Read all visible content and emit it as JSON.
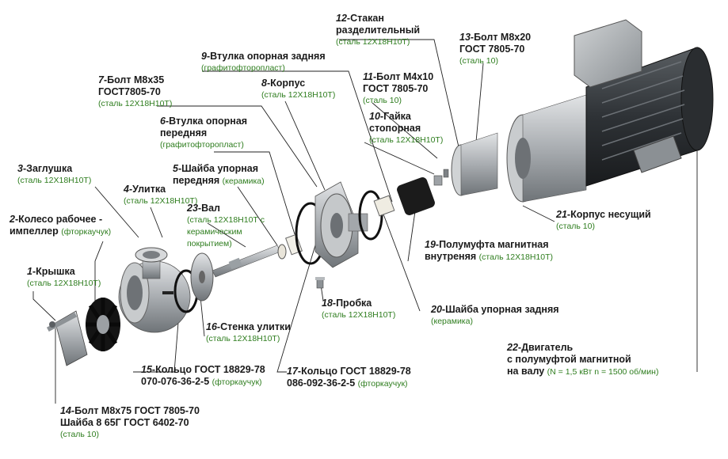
{
  "parts": [
    {
      "id": "p1",
      "num": "1",
      "lines": [
        "-Крышка"
      ],
      "material": "(сталь 12Х18Н10Т)"
    },
    {
      "id": "p2",
      "num": "2",
      "lines": [
        "-Колесо рабочее -",
        "импеллер"
      ],
      "material": "(фторкаучук)"
    },
    {
      "id": "p3",
      "num": "3",
      "lines": [
        "-Заглушка"
      ],
      "material": "(сталь 12Х18Н10Т)"
    },
    {
      "id": "p4",
      "num": "4",
      "lines": [
        "-Улитка"
      ],
      "material": "(сталь 12Х18Н10Т)"
    },
    {
      "id": "p5",
      "num": "5",
      "lines": [
        "-Шайба упорная",
        "передняя"
      ],
      "material": "(керамика)"
    },
    {
      "id": "p6",
      "num": "6",
      "lines": [
        "-Втулка опорная",
        "передняя"
      ],
      "material": "(графитофторопласт)"
    },
    {
      "id": "p7",
      "num": "7",
      "lines": [
        "-Болт М8х35",
        "ГОСТ7805-70"
      ],
      "material": "(сталь 12Х18Н10Т)"
    },
    {
      "id": "p8",
      "num": "8",
      "lines": [
        "-Корпус"
      ],
      "material": "(сталь 12Х18Н10Т)"
    },
    {
      "id": "p9",
      "num": "9",
      "lines": [
        "-Втулка опорная задняя"
      ],
      "material": "(графитофторопласт)"
    },
    {
      "id": "p10",
      "num": "10",
      "lines": [
        "-Гайка",
        "стопорная"
      ],
      "material": "(сталь 12Х18Н10Т)"
    },
    {
      "id": "p11",
      "num": "11",
      "lines": [
        "-Болт М4х10",
        "ГОСТ 7805-70"
      ],
      "material": "(сталь 10)"
    },
    {
      "id": "p12",
      "num": "12",
      "lines": [
        "-Стакан",
        "разделительный"
      ],
      "material": "(сталь 12Х18Н10Т)"
    },
    {
      "id": "p13",
      "num": "13",
      "lines": [
        "-Болт М8х20",
        "ГОСТ 7805-70"
      ],
      "material": "(сталь 10)"
    },
    {
      "id": "p14",
      "num": "14",
      "lines": [
        "-Болт М8х75 ГОСТ 7805-70",
        "Шайба 8 65Г ГОСТ 6402-70"
      ],
      "material": "(сталь 10)"
    },
    {
      "id": "p15",
      "num": "15",
      "lines": [
        "-Кольцо ГОСТ 18829-78",
        "070-076-36-2-5"
      ],
      "material": "(фторкаучук)"
    },
    {
      "id": "p16",
      "num": "16",
      "lines": [
        "-Стенка улитки"
      ],
      "material": "(сталь 12Х18Н10Т)"
    },
    {
      "id": "p17",
      "num": "17",
      "lines": [
        "-Кольцо ГОСТ 18829-78",
        "086-092-36-2-5"
      ],
      "material": "(фторкаучук)"
    },
    {
      "id": "p18",
      "num": "18",
      "lines": [
        "-Пробка"
      ],
      "material": "(сталь 12Х18Н10Т)"
    },
    {
      "id": "p19",
      "num": "19",
      "lines": [
        "-Полумуфта магнитная",
        "внутреняя"
      ],
      "material": "(сталь 12Х18Н10Т)"
    },
    {
      "id": "p20",
      "num": "20",
      "lines": [
        "-Шайба упорная задняя"
      ],
      "material": "(керамика)"
    },
    {
      "id": "p21",
      "num": "21",
      "lines": [
        "-Корпус несущий"
      ],
      "material": "(сталь 10)"
    },
    {
      "id": "p22",
      "num": "22",
      "lines": [
        "-Двигатель",
        "с полумуфтой магнитной",
        "на валу"
      ],
      "material": "(N = 1,5 кВт  n = 1500 об/мин)"
    },
    {
      "id": "p23",
      "num": "23",
      "lines": [
        "-Вал"
      ],
      "material": "(сталь 12Х18Н10Т с керамическим покрытием)"
    }
  ],
  "colors": {
    "label": "#1a1a1a",
    "material": "#2e7d1e",
    "metal": "#b9bcbf",
    "dark": "#2b2b2b",
    "leader": "#222222"
  }
}
